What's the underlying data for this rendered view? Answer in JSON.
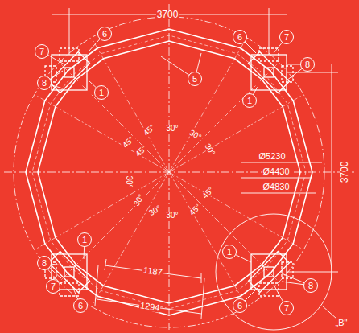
{
  "diagram": {
    "nodes": [
      {
        "text": [
          "7"
        ]
      },
      {
        "text": [
          "6"
        ]
      },
      {
        "text": [
          "8"
        ]
      },
      {
        "text": [
          "1"
        ]
      },
      {
        "text": [
          "5"
        ]
      },
      {
        "text": [
          "6"
        ]
      },
      {
        "text": [
          "7"
        ]
      },
      {
        "text": [
          "8"
        ]
      },
      {
        "text": [
          "1"
        ]
      },
      {
        "text": [
          "1"
        ]
      },
      {
        "text": [
          "8"
        ]
      },
      {
        "text": [
          "7"
        ]
      },
      {
        "text": [
          "6"
        ]
      },
      {
        "text": [
          "1"
        ]
      },
      {
        "text": [
          "8"
        ]
      },
      {
        "text": [
          "6"
        ]
      },
      {
        "text": [
          "7"
        ]
      }
    ],
    "edges": [],
    "labels": [
      "3700",
      "3700",
      "Ø5230",
      "Ø4430",
      "Ø4830",
      "1187",
      "1294",
      "„B\"",
      "45°",
      "45°",
      "45°",
      "30°",
      "30°",
      "30°",
      "30°",
      "30°",
      "30°",
      "30°",
      "45°",
      "45°"
    ]
  }
}
